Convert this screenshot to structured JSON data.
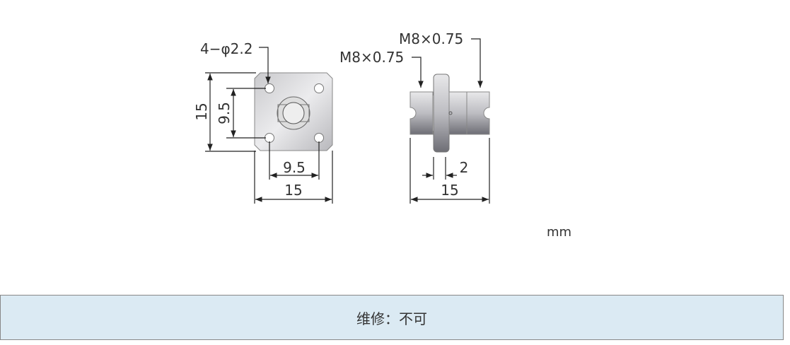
{
  "front_view": {
    "hole_label": "4−φ2.2",
    "height_label": "15",
    "hole_pitch_v_label": "9.5",
    "hole_pitch_h_label": "9.5",
    "width_label": "15"
  },
  "side_view": {
    "thread_left_label": "M8×0.75",
    "thread_right_label": "M8×0.75",
    "flange_label": "2",
    "length_label": "15"
  },
  "unit": "mm",
  "banner": {
    "text": "维修：不可"
  }
}
